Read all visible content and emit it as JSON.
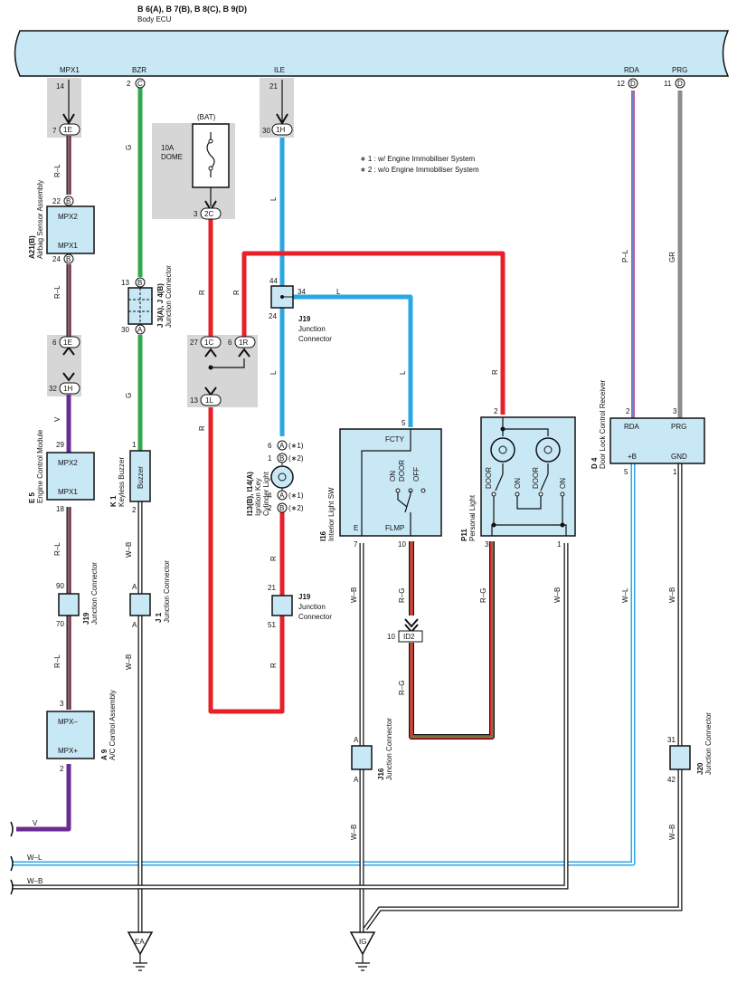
{
  "header": {
    "connectors": "B 6(A), B 7(B), B 8(C), B 9(D)",
    "ecu_name": "Body ECU",
    "pins": {
      "mpx1": "MPX1",
      "bzr": "BZR",
      "ile": "ILE",
      "rda": "RDA",
      "prg": "PRG"
    }
  },
  "notes": {
    "n1": "∗ 1 : w/ Engine Immobiliser System",
    "n2": "∗ 2 : w/o Engine Immobiliser System"
  },
  "wire_colors": {
    "G": "#2eaa4f",
    "L": "#2aa7e6",
    "R": "#e8202a",
    "V": "#6a2c91",
    "GR": "#8c8c8c",
    "W": "#ffffff",
    "B": "#111111"
  },
  "texts": {
    "p14": "14",
    "p7": "7",
    "c1E": "1E",
    "wRL1": "R–L",
    "p22": "22",
    "cB1": "B",
    "mpx2a": "MPX2",
    "mpx1a": "MPX1",
    "a21": "A21(B)",
    "a21n": "Airbag Sensor Assembly",
    "p24": "24",
    "cB2": "B",
    "wRL2": "R–L",
    "p6a": "6",
    "c1E2": "1E",
    "p32": "32",
    "c1H1": "1H",
    "wV1": "V",
    "p29": "29",
    "mpx2b": "MPX2",
    "mpx1b": "MPX1",
    "e5": "E 5",
    "e5n": "Engine Control Module",
    "p18": "18",
    "wRL3": "R–L",
    "p90": "90",
    "j19a": "J19",
    "j19an": "Junction Connector",
    "p70": "70",
    "wRL4": "R–L",
    "p3a": "3",
    "mpxm": "MPX–",
    "mpxp": "MPX+",
    "a9": "A 9",
    "a9n": "A/C Control Assembly",
    "p2a": "2",
    "wV2": "V",
    "wWL1": "W–L",
    "wWB1": "W–B",
    "p2c": "2",
    "cC": "C",
    "wG1": "G",
    "p13": "13",
    "cB3": "B",
    "p30a": "30",
    "cA1": "A",
    "j3": "J 3(A), J 4(B)",
    "j3n": "Junction Connector",
    "wG2": "G",
    "p1a": "1",
    "buzzer": "Buzzer",
    "k1": "K 1",
    "k1n": "Keyless Buzzer",
    "p2d": "2",
    "wWB2": "W–B",
    "cA2": "A",
    "cA3": "A",
    "j1": "J 1",
    "j1n": "Junction Connector",
    "wWB3": "W–B",
    "ea": "EA",
    "bat": "(BAT)",
    "fuse1": "10A",
    "fuse2": "DOME",
    "p3b": "3",
    "c2C": "2C",
    "wR1": "R",
    "wR2": "R",
    "p27": "27",
    "c1C": "1C",
    "p6b": "6",
    "c1R": "1R",
    "p13b": "13",
    "c1L": "1L",
    "wR3": "R",
    "p21": "21",
    "p30b": "30",
    "c1H2": "1H",
    "wL1": "L",
    "p44": "44",
    "p34": "34",
    "wL2": "L",
    "p24b": "24",
    "j19b": "J19",
    "j19bn": "Junction",
    "j19bn2": "Connector",
    "wL3": "L",
    "wL4": "L",
    "p6c": "6",
    "cA4": "A",
    "s1a": "(∗1)",
    "p1b": "1",
    "cB4": "B",
    "s2a": "(∗2)",
    "i13": "I13(B), I14(A)",
    "i13n": "Ignition Key",
    "i13n2": "Cylinder Light",
    "p4": "4",
    "cA5": "A",
    "s1b": "(∗1)",
    "p2e": "2",
    "cB5": "B",
    "s2b": "(∗2)",
    "wR4": "R",
    "p21b": "21",
    "j19c": "J19",
    "j19cn": "Junction",
    "j19cn2": "Connector",
    "p51": "51",
    "wR5": "R",
    "p5": "5",
    "fcty": "FCTY",
    "on1": "ON",
    "door1": "DOOR",
    "off1": "OFF",
    "e": "E",
    "flmp": "FLMP",
    "i16": "I16",
    "i16n": "Interior Light SW",
    "p7b": "7",
    "p10": "10",
    "wWB4": "W–B",
    "wRG1": "R–G",
    "p10b": "10",
    "id2": "ID2",
    "wRG2": "R–G",
    "wRG3": "R–G",
    "cA6": "A",
    "cA7": "A",
    "j16": "J16",
    "j16n": "Junction Connector",
    "wWB5": "W–B",
    "ig": "IG",
    "wR6": "R",
    "p2f": "2",
    "door2": "DOOR",
    "on2": "ON",
    "door3": "DOOR",
    "on3": "ON",
    "p11": "P11",
    "p11n": "Personal Light",
    "p3c": "3",
    "p1c": "1",
    "wWB6": "W–B",
    "p12": "12",
    "cD1": "D",
    "p11b": "11",
    "cD2": "D",
    "wPL": "P–L",
    "wGR": "GR",
    "p2g": "2",
    "p3d": "3",
    "rda2": "RDA",
    "prg2": "PRG",
    "pb": "+B",
    "gnd": "GND",
    "d4": "D 4",
    "d4n": "Door Lock Control Receiver",
    "p5b": "5",
    "p1d": "1",
    "wWL2": "W–L",
    "wWB7": "W–B",
    "p31": "31",
    "p42": "42",
    "j20": "J20",
    "j20n": "Junction Connector",
    "wWB8": "W–B"
  }
}
